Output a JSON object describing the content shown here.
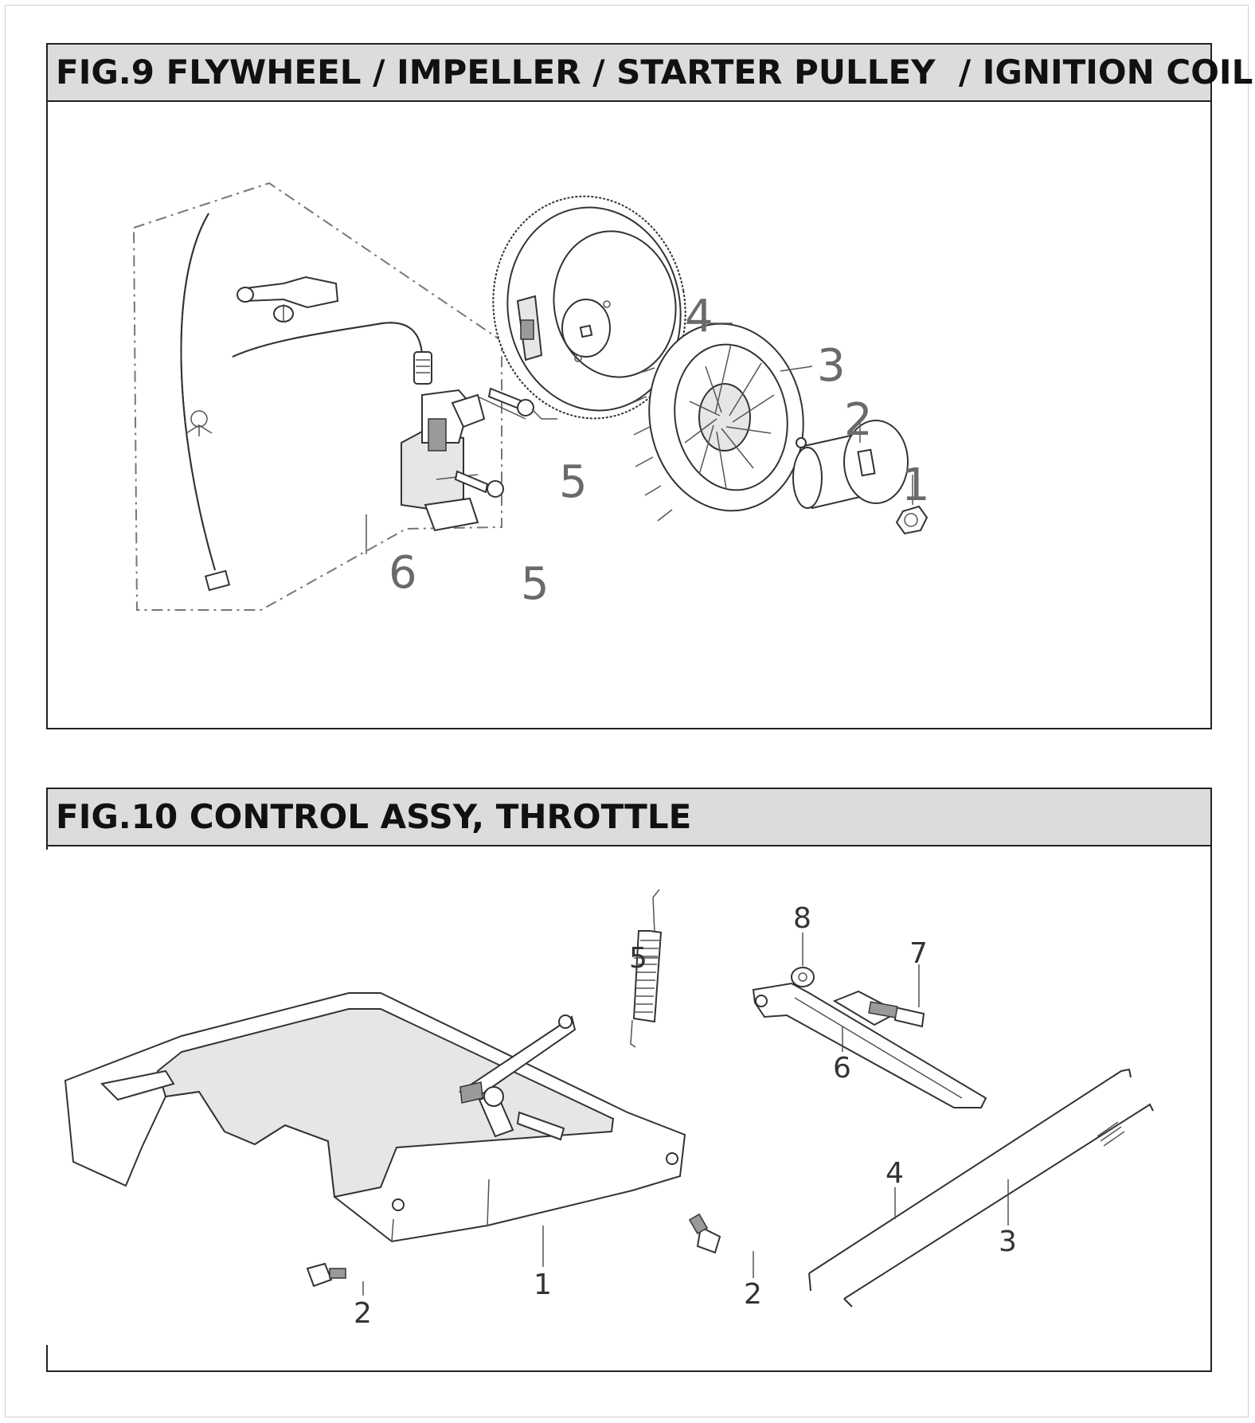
{
  "fig9": {
    "title": "FIG.9 FLYWHEEL / IMPELLER / STARTER PULLEY  / IGNITION COIL",
    "callouts": [
      {
        "id": "1",
        "label": "1"
      },
      {
        "id": "2",
        "label": "2"
      },
      {
        "id": "3",
        "label": "3"
      },
      {
        "id": "4",
        "label": "4"
      },
      {
        "id": "5a",
        "label": "5"
      },
      {
        "id": "5b",
        "label": "5"
      },
      {
        "id": "6",
        "label": "6"
      }
    ]
  },
  "fig10": {
    "title": "FIG.10 CONTROL ASSY, THROTTLE",
    "callouts": [
      {
        "id": "1",
        "label": "1"
      },
      {
        "id": "2a",
        "label": "2"
      },
      {
        "id": "2b",
        "label": "2"
      },
      {
        "id": "3",
        "label": "3"
      },
      {
        "id": "4",
        "label": "4"
      },
      {
        "id": "5",
        "label": "5"
      },
      {
        "id": "6",
        "label": "6"
      },
      {
        "id": "7",
        "label": "7"
      },
      {
        "id": "8",
        "label": "8"
      }
    ]
  }
}
